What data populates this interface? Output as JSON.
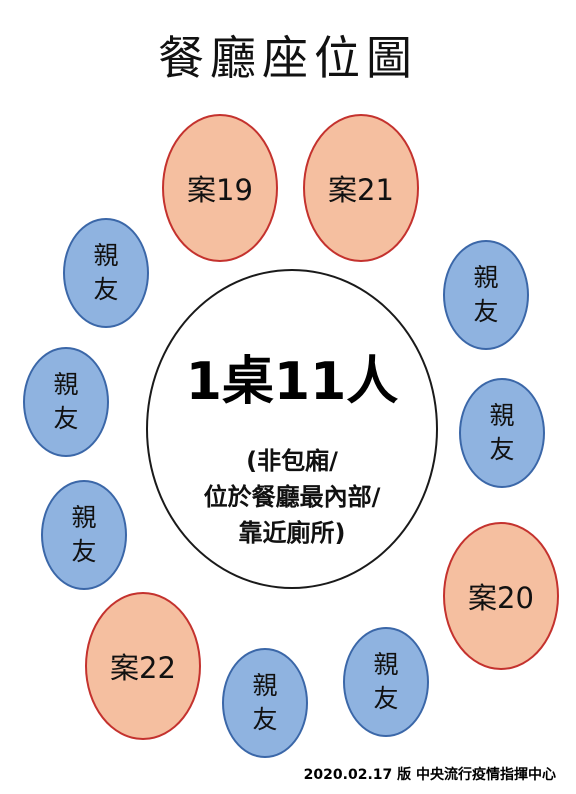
{
  "title": "餐廳座位圖",
  "table": {
    "main_text": "1桌11人",
    "note_lines": [
      "(非包廂/",
      "位於餐廳最內部/",
      "靠近廁所)"
    ]
  },
  "seats": {
    "case19": "案19",
    "case21": "案21",
    "case20": "案20",
    "case22": "案22",
    "family": "親友"
  },
  "footer": "2020.02.17 版  中央流行疫情指揮中心",
  "colors": {
    "case_fill": "#f5bfa0",
    "case_border": "#c4322e",
    "family_fill": "#8fb3e0",
    "family_border": "#3b67a8"
  }
}
